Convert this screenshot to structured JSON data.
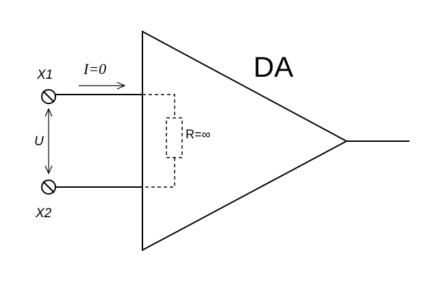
{
  "diagram": {
    "amplifier_label": "DA",
    "terminal_top_label": "X1",
    "terminal_bottom_label": "X2",
    "current_label": "I=0",
    "voltage_label": "U",
    "resistance_label": "R=∞"
  }
}
